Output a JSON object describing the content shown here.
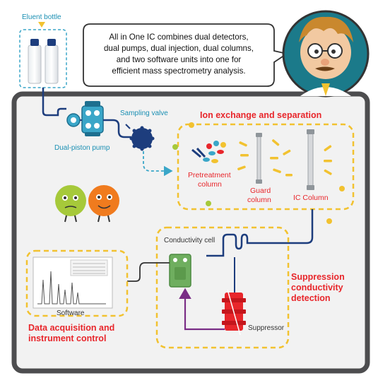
{
  "bubble": {
    "line1": "All in One IC combines dual detectors,",
    "line2": "dual pumps, dual injection, dual columns,",
    "line3": "and two software units into one for",
    "line4": "efficient mass spectrometry analysis."
  },
  "labels": {
    "eluent_bottle": "Eluent bottle",
    "dual_piston_pump": "Dual-piston pump",
    "sampling_valve": "Sampling valve",
    "pretreatment_1": "Pretreatment",
    "pretreatment_2": "column",
    "guard_1": "Guard",
    "guard_2": "column",
    "ic_column": "IC Column",
    "conductivity_cell": "Conductivity cell",
    "suppressor": "Suppressor",
    "software": "Software"
  },
  "sections": {
    "ion_exchange": "Ion exchange and separation",
    "suppression_1": "Suppression",
    "suppression_2": "conductivity",
    "suppression_3": "detection",
    "data_acq_1": "Data acquisition and",
    "data_acq_2": "instrument control"
  },
  "colors": {
    "accent_red": "#e8262b",
    "teal": "#1a8fb3",
    "navy": "#1d3d7d",
    "dashed_yellow": "#f2c230",
    "frame": "#4d4d4f",
    "purple": "#7a2d86"
  },
  "icons": [
    "eluent-bottle-icon",
    "pump-icon",
    "sampling-valve-icon",
    "column-icon",
    "conductivity-cell-icon",
    "suppressor-icon",
    "scientist-icon",
    "ion-mascot-icon",
    "chromatogram-icon"
  ]
}
